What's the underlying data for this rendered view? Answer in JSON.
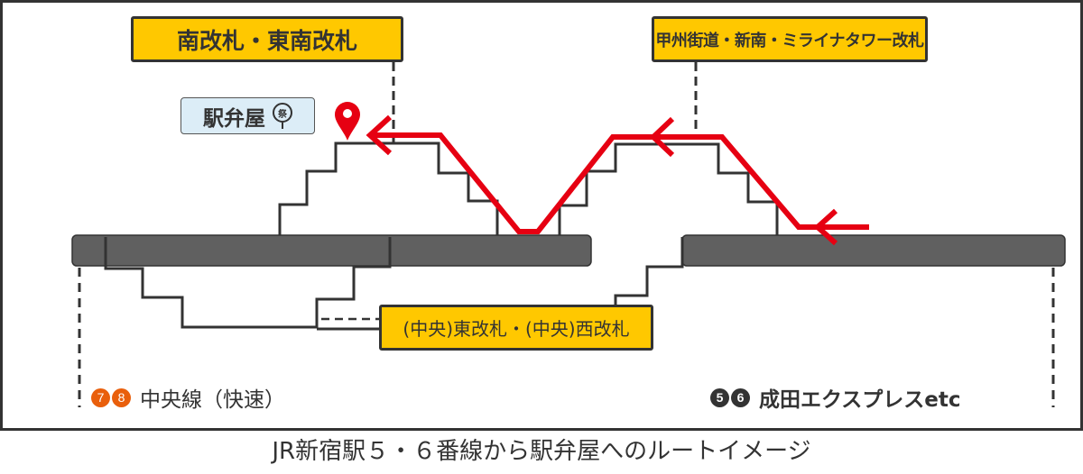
{
  "caption": "JR新宿駅５・６番線から駅弁屋へのルートイメージ",
  "gates": {
    "south": "南改札・東南改札",
    "koshu": "甲州街道・新南・ミライナタワー改札",
    "central": "(中央)東改札・(中央)西改札"
  },
  "destination": {
    "label": "駅弁屋",
    "mark": "祭",
    "icon": "map-pin-icon"
  },
  "lines": {
    "chuo": {
      "platforms": [
        "7",
        "8"
      ],
      "name": "中央線（快速）",
      "badge_color": "#E95F0C"
    },
    "narita": {
      "platforms": [
        "5",
        "6"
      ],
      "name": "成田エクスプレスetc",
      "badge_color": "#333333"
    }
  },
  "colors": {
    "gate_label": "#FFC800",
    "route": "#E60012",
    "platform": "#606060",
    "ekiben_bg": "#DCEDF7"
  }
}
